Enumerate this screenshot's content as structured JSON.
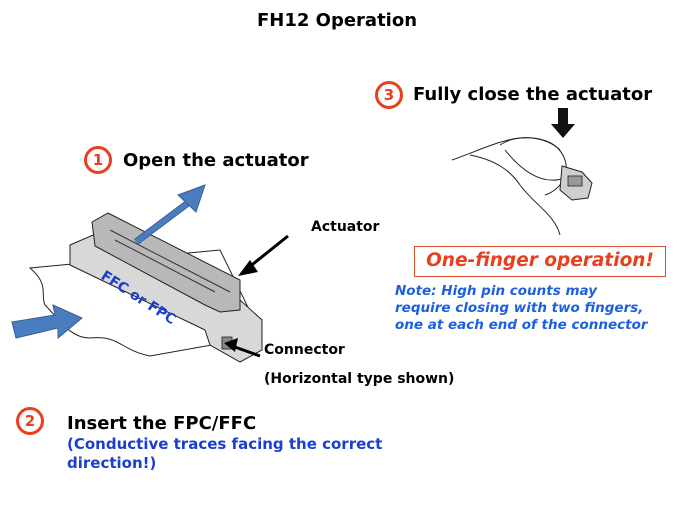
{
  "title": "FH12 Operation",
  "steps": [
    {
      "number": "1",
      "label": "Open the actuator"
    },
    {
      "number": "2",
      "label": "Insert the FPC/FFC",
      "sublabel_line1": "(Conductive traces facing the correct",
      "sublabel_line2": "direction!)"
    },
    {
      "number": "3",
      "label": "Fully close the actuator"
    }
  ],
  "labels": {
    "actuator": "Actuator",
    "connector": "Connector",
    "orientation": "(Horizontal type shown)",
    "cable": "FFC or FPC"
  },
  "callout": {
    "text": "One-finger operation!",
    "color": "#e8401c"
  },
  "note": {
    "line1": "Note: High pin counts may",
    "line2": "require closing with two fingers,",
    "line3": "one at each end of the connector",
    "color": "#1d5fe0"
  },
  "colors": {
    "step_circle": "#e8401c",
    "arrow_blue": "#4a7cc0",
    "sublabel_blue": "#1a3fcf"
  }
}
